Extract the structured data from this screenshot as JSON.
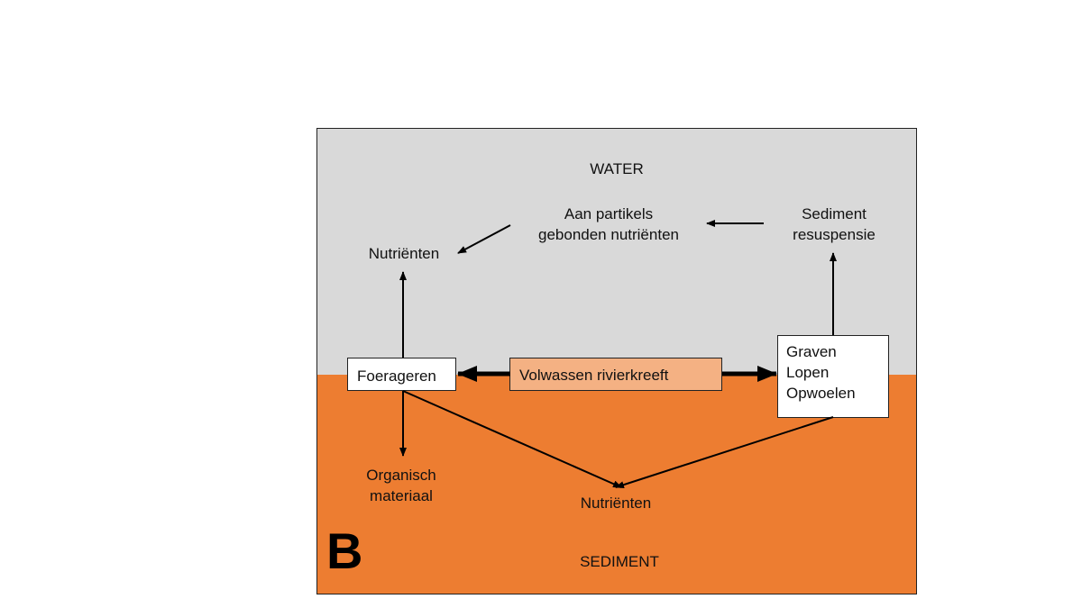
{
  "panel_letter": "B",
  "zones": {
    "water_label": "WATER",
    "sediment_label": "SEDIMENT",
    "water_color": "#d9d9d9",
    "sediment_color": "#ed7d31"
  },
  "nodes": {
    "crayfish": "Volwassen rivierkreeft",
    "foraging": "Foerageren",
    "digging": "Graven\nLopen\nOpwoelen",
    "nutrients_water": "Nutriënten",
    "particle_nutrients": "Aan partikels\ngebonden nutriënten",
    "resuspension": "Sediment\nresuspensie",
    "organic_material": "Organisch\nmateriaal",
    "nutrients_sediment": "Nutriënten"
  },
  "colors": {
    "crayfish_box": "#f4b183",
    "process_box": "#ffffff",
    "arrow": "#000000"
  },
  "edges": [
    {
      "from": "crayfish",
      "to": "foraging",
      "style": "thick"
    },
    {
      "from": "crayfish",
      "to": "digging",
      "style": "thick"
    },
    {
      "from": "foraging",
      "to": "nutrients_water",
      "style": "thin"
    },
    {
      "from": "foraging",
      "to": "organic_material",
      "style": "thin"
    },
    {
      "from": "foraging",
      "to": "nutrients_sediment",
      "style": "thin"
    },
    {
      "from": "digging",
      "to": "nutrients_sediment",
      "style": "thin"
    },
    {
      "from": "digging",
      "to": "resuspension",
      "style": "thin"
    },
    {
      "from": "resuspension",
      "to": "particle_nutrients",
      "style": "thin"
    },
    {
      "from": "particle_nutrients",
      "to": "nutrients_water",
      "style": "thin"
    }
  ]
}
